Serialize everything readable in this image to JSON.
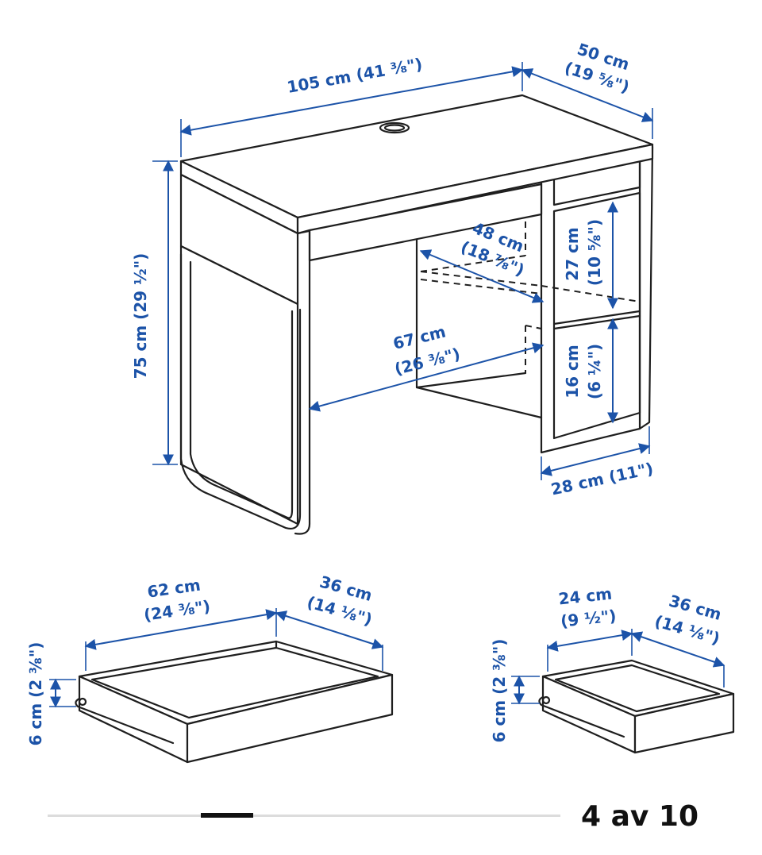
{
  "dimensions": {
    "desk_width": "105 cm (41 ⅜\")",
    "desk_depth_cm": "50 cm",
    "desk_depth_in": "(19 ⅝\")",
    "desk_height": "75 cm (29 ½\")",
    "shelf_width_cm": "48 cm",
    "shelf_width_in": "(18 ⅞\")",
    "knee_width_cm": "67 cm",
    "knee_width_in": "(26 ⅜\")",
    "upper_drawer_height_cm": "27 cm",
    "upper_drawer_height_in": "(10 ⅝\")",
    "lower_drawer_height_cm": "16 cm",
    "lower_drawer_height_in": "(6 ¼\")",
    "cabinet_depth": "28 cm (11\")",
    "large_drawer_width_cm": "62 cm",
    "large_drawer_width_in": "(24 ⅜\")",
    "large_drawer_depth_cm": "36 cm",
    "large_drawer_depth_in": "(14 ⅛\")",
    "large_drawer_height": "6 cm (2 ⅜\")",
    "small_drawer_width_cm": "24 cm",
    "small_drawer_width_in": "(9 ½\")",
    "small_drawer_depth_cm": "36 cm",
    "small_drawer_depth_in": "(14 ⅛\")",
    "small_drawer_height": "6 cm (2 ⅜\")"
  },
  "pager": {
    "counter": "4 av 10",
    "current": 4,
    "total": 10
  },
  "colors": {
    "dimension": "#1c53a8",
    "line": "#1e1e1e"
  }
}
